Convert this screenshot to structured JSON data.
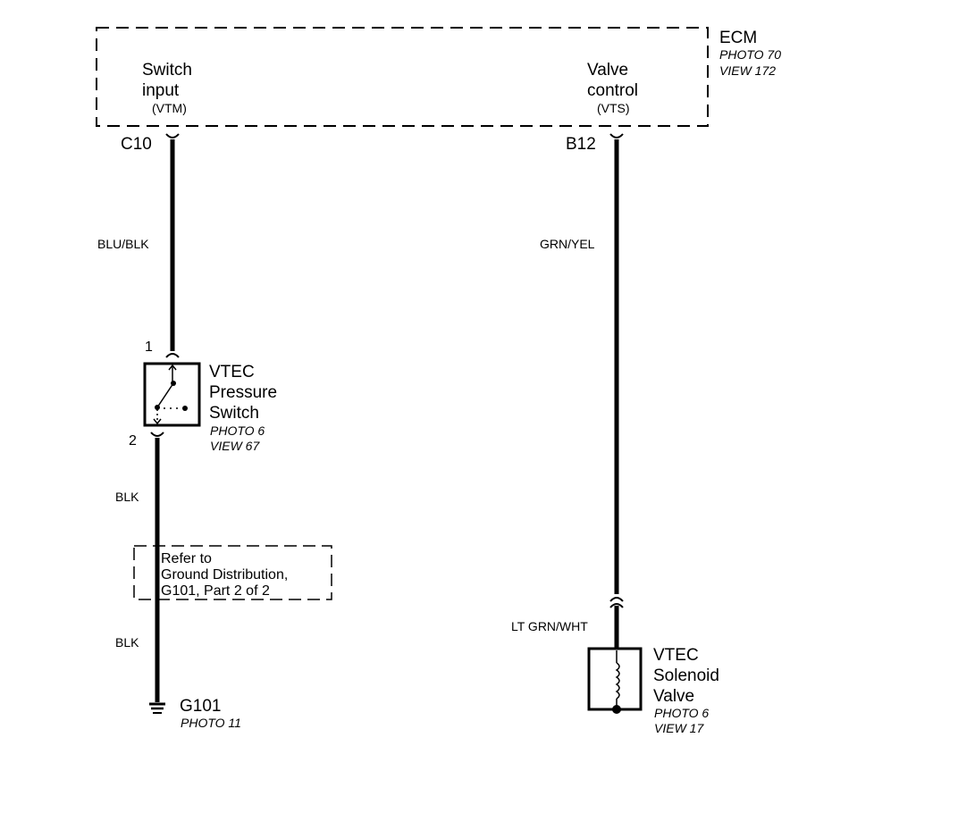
{
  "ecm": {
    "name": "ECM",
    "photo": "PHOTO 70",
    "view": "VIEW 172",
    "switch_input": {
      "line1": "Switch",
      "line2": "input",
      "code": "(VTM)"
    },
    "valve_control": {
      "line1": "Valve",
      "line2": "control",
      "code": "(VTS)"
    }
  },
  "pins": {
    "ecm_left": "C10",
    "ecm_right": "B12",
    "switch_top": "1",
    "switch_bottom": "2"
  },
  "wires": {
    "left_top": "BLU/BLK",
    "right_top": "GRN/YEL",
    "left_mid": "BLK",
    "left_bottom": "BLK",
    "right_bottom": "LT GRN/WHT"
  },
  "pressure_switch": {
    "line1": "VTEC",
    "line2": "Pressure",
    "line3": "Switch",
    "photo": "PHOTO 6",
    "view": "VIEW 67"
  },
  "ground_ref": {
    "line1": "Refer to",
    "line2": "Ground Distribution,",
    "line3": "G101, Part 2 of 2"
  },
  "ground": {
    "name": "G101",
    "photo": "PHOTO 11"
  },
  "solenoid": {
    "line1": "VTEC",
    "line2": "Solenoid",
    "line3": "Valve",
    "photo": "PHOTO 6",
    "view": "VIEW 17"
  }
}
